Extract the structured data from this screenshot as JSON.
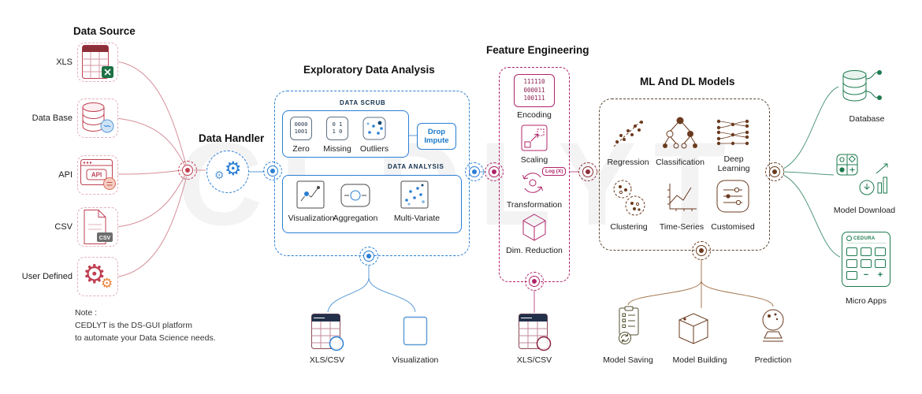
{
  "watermark": "CEDLYT",
  "palette": {
    "source_red": "#bf4052",
    "handler_blue": "#2b7fd4",
    "eda_blue": "#2b7fd4",
    "feature_magenta": "#b02468",
    "ml_brown": "#6b3b1f",
    "output_green": "#1d7a4f"
  },
  "icons": {
    "gear": "⚙"
  },
  "data_source": {
    "title": "Data Source",
    "items": [
      {
        "label": "XLS"
      },
      {
        "label": "Data Base"
      },
      {
        "label": "API",
        "icon_text": "API"
      },
      {
        "label": "CSV",
        "badge": "CSV"
      },
      {
        "label": "User Defined"
      }
    ],
    "note_lines": [
      "Note :",
      "CEDLYT is the DS-GUI platform",
      "to automate your Data Science needs."
    ]
  },
  "data_handler": {
    "title": "Data Handler"
  },
  "eda": {
    "title": "Exploratory Data Analysis",
    "scrub": {
      "heading": "DATA SCRUB",
      "items": [
        {
          "label": "Zero",
          "icon_lines": [
            "0000",
            "1001"
          ]
        },
        {
          "label": "Missing",
          "icon_lines": [
            "0 1",
            "1 0"
          ]
        },
        {
          "label": "Outliers"
        }
      ],
      "action_label": "Drop\nImpute"
    },
    "analysis": {
      "heading": "DATA ANALYSIS",
      "items": [
        {
          "label": "Visualization"
        },
        {
          "label": "Aggregation"
        },
        {
          "label": "Multi-Variate"
        }
      ]
    },
    "outputs": [
      {
        "label": "XLS/CSV"
      },
      {
        "label": "Visualization"
      }
    ]
  },
  "feature_engineering": {
    "title": "Feature Engineering",
    "items": [
      {
        "label": "Encoding",
        "icon_lines": [
          "111110",
          "000011",
          "100111"
        ]
      },
      {
        "label": "Scaling"
      },
      {
        "label": "Transformation",
        "badge": "Log (X)"
      },
      {
        "label": "Dim. Reduction"
      }
    ],
    "output": {
      "label": "XLS/CSV"
    }
  },
  "ml_models": {
    "title": "ML And DL Models",
    "items": [
      {
        "label": "Regression"
      },
      {
        "label": "Classification"
      },
      {
        "label": "Deep\nLearning"
      },
      {
        "label": "Clustering"
      },
      {
        "label": "Time-Series"
      },
      {
        "label": "Customised"
      }
    ],
    "pipeline": [
      {
        "label": "Model Saving"
      },
      {
        "label": "Model Building"
      },
      {
        "label": "Prediction"
      }
    ]
  },
  "outputs": {
    "items": [
      {
        "label": "Database"
      },
      {
        "label": "Model Download"
      },
      {
        "label": "Micro Apps"
      }
    ],
    "micro_apps_brand": "CEDURA",
    "micro_apps_symbols": [
      "−",
      "+"
    ]
  }
}
